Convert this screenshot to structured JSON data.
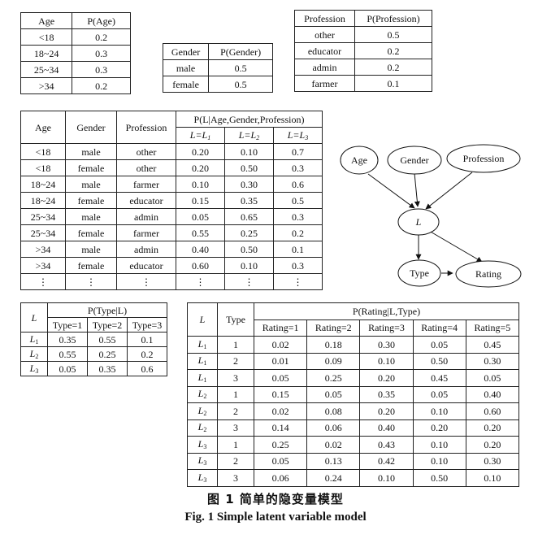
{
  "age_table": {
    "headers": [
      "Age",
      "P(Age)"
    ],
    "rows": [
      [
        "<18",
        "0.2"
      ],
      [
        "18~24",
        "0.3"
      ],
      [
        "25~34",
        "0.3"
      ],
      [
        ">34",
        "0.2"
      ]
    ]
  },
  "gender_table": {
    "headers": [
      "Gender",
      "P(Gender)"
    ],
    "rows": [
      [
        "male",
        "0.5"
      ],
      [
        "female",
        "0.5"
      ]
    ]
  },
  "profession_table": {
    "headers": [
      "Profession",
      "P(Profession)"
    ],
    "rows": [
      [
        "other",
        "0.5"
      ],
      [
        "educator",
        "0.2"
      ],
      [
        "admin",
        "0.2"
      ],
      [
        "farmer",
        "0.1"
      ]
    ]
  },
  "main_table": {
    "headers": [
      "Age",
      "Gender",
      "Profession"
    ],
    "group_header": "P(L|Age,Gender,Profession)",
    "sub_headers": [
      "L=L1",
      "L=L2",
      "L=L3"
    ],
    "rows": [
      [
        "<18",
        "male",
        "other",
        "0.20",
        "0.10",
        "0.7"
      ],
      [
        "<18",
        "female",
        "other",
        "0.20",
        "0.50",
        "0.3"
      ],
      [
        "18~24",
        "male",
        "farmer",
        "0.10",
        "0.30",
        "0.6"
      ],
      [
        "18~24",
        "female",
        "educator",
        "0.15",
        "0.35",
        "0.5"
      ],
      [
        "25~34",
        "male",
        "admin",
        "0.05",
        "0.65",
        "0.3"
      ],
      [
        "25~34",
        "female",
        "farmer",
        "0.55",
        "0.25",
        "0.2"
      ],
      [
        ">34",
        "male",
        "admin",
        "0.40",
        "0.50",
        "0.1"
      ],
      [
        ">34",
        "female",
        "educator",
        "0.60",
        "0.10",
        "0.3"
      ],
      [
        "⋮",
        "⋮",
        "⋮",
        "⋮",
        "⋮",
        "⋮"
      ]
    ]
  },
  "type_table": {
    "header_l": "L",
    "group_header": "P(Type|L)",
    "sub_headers": [
      "Type=1",
      "Type=2",
      "Type=3"
    ],
    "rows": [
      [
        "L1",
        "0.35",
        "0.55",
        "0.1"
      ],
      [
        "L2",
        "0.55",
        "0.25",
        "0.2"
      ],
      [
        "L3",
        "0.05",
        "0.35",
        "0.6"
      ]
    ]
  },
  "rating_table": {
    "header_l": "L",
    "header_type": "Type",
    "group_header": "P(Rating|L,Type)",
    "sub_headers": [
      "Rating=1",
      "Rating=2",
      "Rating=3",
      "Rating=4",
      "Rating=5"
    ],
    "rows": [
      [
        "L1",
        "1",
        "0.02",
        "0.18",
        "0.30",
        "0.05",
        "0.45"
      ],
      [
        "L1",
        "2",
        "0.01",
        "0.09",
        "0.10",
        "0.50",
        "0.30"
      ],
      [
        "L1",
        "3",
        "0.05",
        "0.25",
        "0.20",
        "0.45",
        "0.05"
      ],
      [
        "L2",
        "1",
        "0.15",
        "0.05",
        "0.35",
        "0.05",
        "0.40"
      ],
      [
        "L2",
        "2",
        "0.02",
        "0.08",
        "0.20",
        "0.10",
        "0.60"
      ],
      [
        "L2",
        "3",
        "0.14",
        "0.06",
        "0.40",
        "0.20",
        "0.20"
      ],
      [
        "L3",
        "1",
        "0.25",
        "0.02",
        "0.43",
        "0.10",
        "0.20"
      ],
      [
        "L3",
        "2",
        "0.05",
        "0.13",
        "0.42",
        "0.10",
        "0.30"
      ],
      [
        "L3",
        "3",
        "0.06",
        "0.24",
        "0.10",
        "0.50",
        "0.10"
      ]
    ]
  },
  "diagram": {
    "nodes": {
      "age": "Age",
      "gender": "Gender",
      "profession": "Profession",
      "latent": "L",
      "type": "Type",
      "rating": "Rating"
    }
  },
  "caption": {
    "cn": "图 1   简单的隐变量模型",
    "en": "Fig. 1   Simple latent variable model"
  }
}
